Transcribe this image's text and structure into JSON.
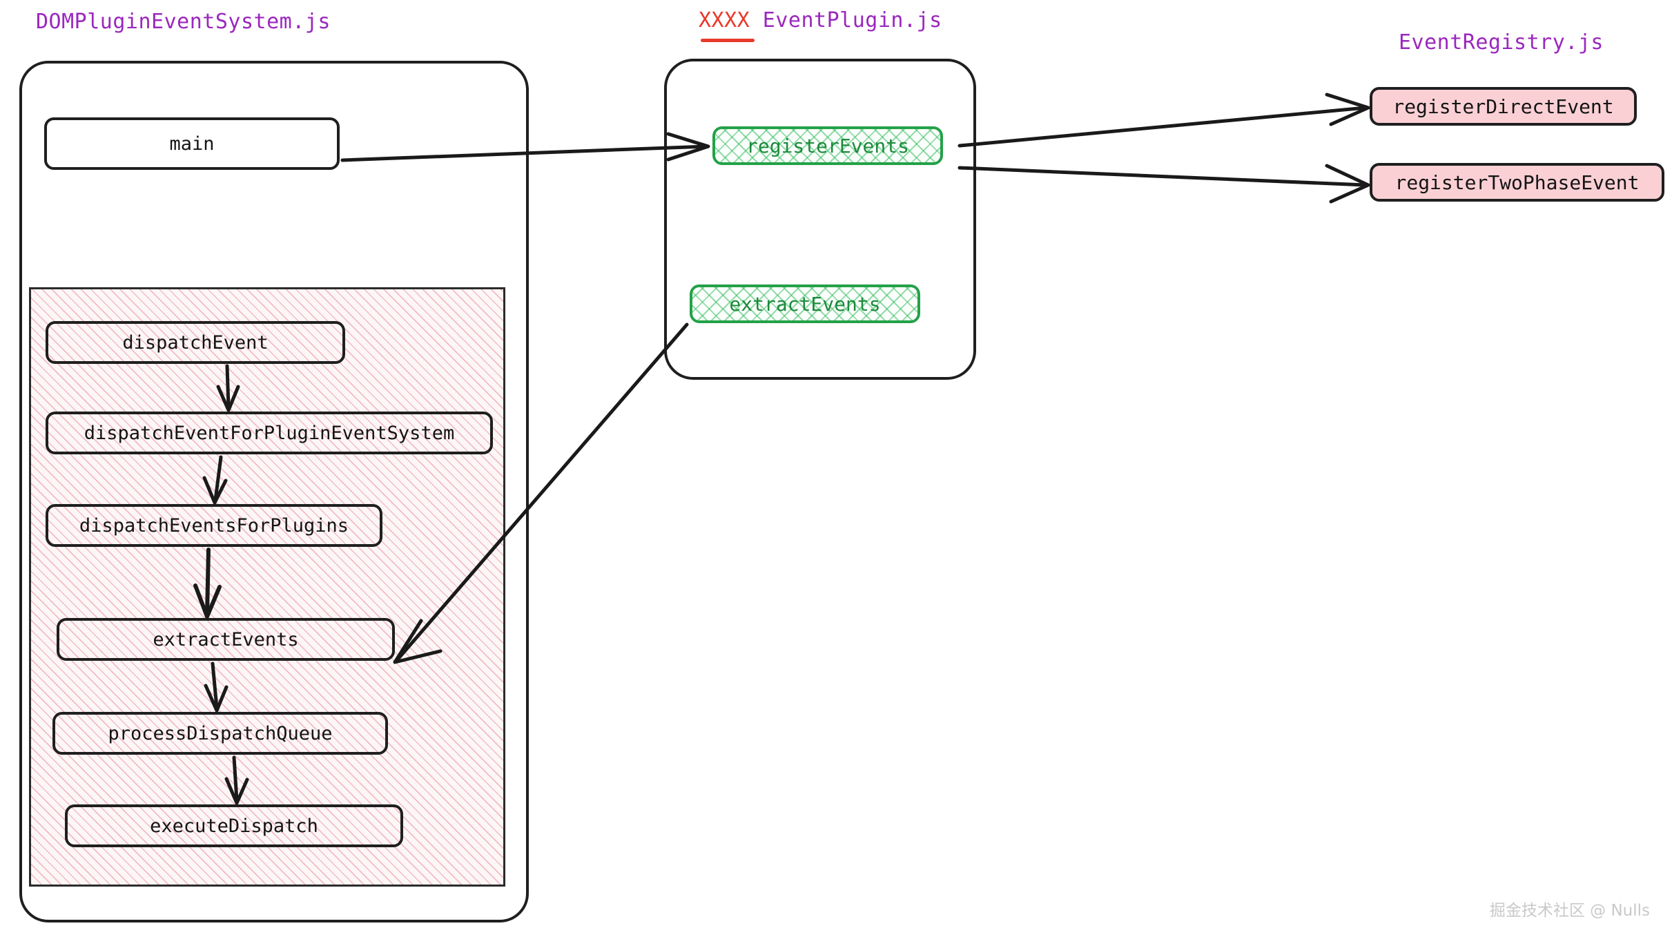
{
  "titles": {
    "left": "DOMPluginEventSystem.js",
    "middle_red": "XXXX",
    "middle_rest": " EventPlugin.js",
    "right": "EventRegistry.js"
  },
  "left_panel": {
    "main_node": "main",
    "flow_nodes": [
      "dispatchEvent",
      "dispatchEventForPluginEventSystem",
      "dispatchEventsForPlugins",
      "extractEvents",
      "processDispatchQueue",
      "executeDispatch"
    ]
  },
  "middle_panel": {
    "nodes": [
      "registerEvents",
      "extractEvents"
    ]
  },
  "right_panel": {
    "nodes": [
      "registerDirectEvent",
      "registerTwoPhaseEvent"
    ]
  },
  "watermark": "掘金技术社区 @ Nulls",
  "colors": {
    "title_purple": "#9b27be",
    "title_red": "#e8392a",
    "green_accent": "#24a148",
    "pink_fill": "#fad0d5",
    "stroke_dark": "#1f1f1f"
  }
}
